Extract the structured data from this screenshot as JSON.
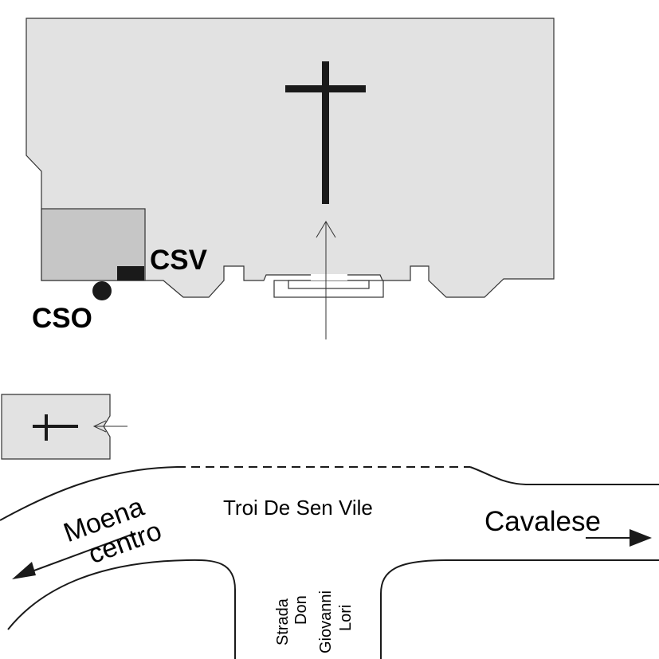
{
  "labels": {
    "csv": "CSV",
    "cso": "CSO",
    "road_main": "Troi De Sen Vile",
    "dest_left_line1": "Moena",
    "dest_left_line2": "centro",
    "dest_right": "Cavalese",
    "side_street_line1": "Strada",
    "side_street_line2": "Don",
    "side_street_line3": "Giovanni",
    "side_street_line4": "Lori"
  },
  "colors": {
    "church_fill": "#e2e2e2",
    "annex_fill": "#c6c6c6",
    "outline": "#333333",
    "ink": "#1a1a1a",
    "background": "#ffffff"
  },
  "icons": {
    "church": "cross-icon",
    "chapel": "cross-icon",
    "csv_marker": "black-rectangle",
    "cso_marker": "black-dot"
  }
}
